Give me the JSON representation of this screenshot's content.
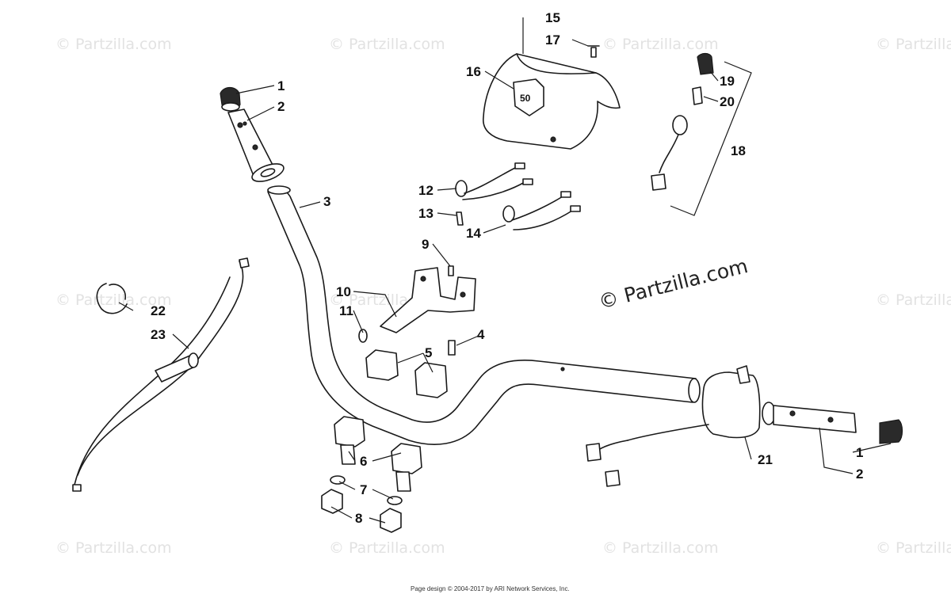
{
  "watermark_text": "© Partzilla.com",
  "watermark_main": "© Partzilla.com",
  "footer": "Page design © 2004-2017 by ARI Network Services, Inc.",
  "callouts": {
    "c1a": "1",
    "c2a": "2",
    "c3": "3",
    "c4": "4",
    "c5": "5",
    "c6": "6",
    "c7": "7",
    "c8": "8",
    "c9": "9",
    "c10": "10",
    "c11": "11",
    "c12": "12",
    "c13": "13",
    "c14": "14",
    "c15": "15",
    "c16": "16",
    "c17": "17",
    "c18": "18",
    "c19": "19",
    "c20": "20",
    "c21": "21",
    "c22": "22",
    "c23": "23",
    "c1b": "1",
    "c2b": "2"
  },
  "hood_badge": "50"
}
